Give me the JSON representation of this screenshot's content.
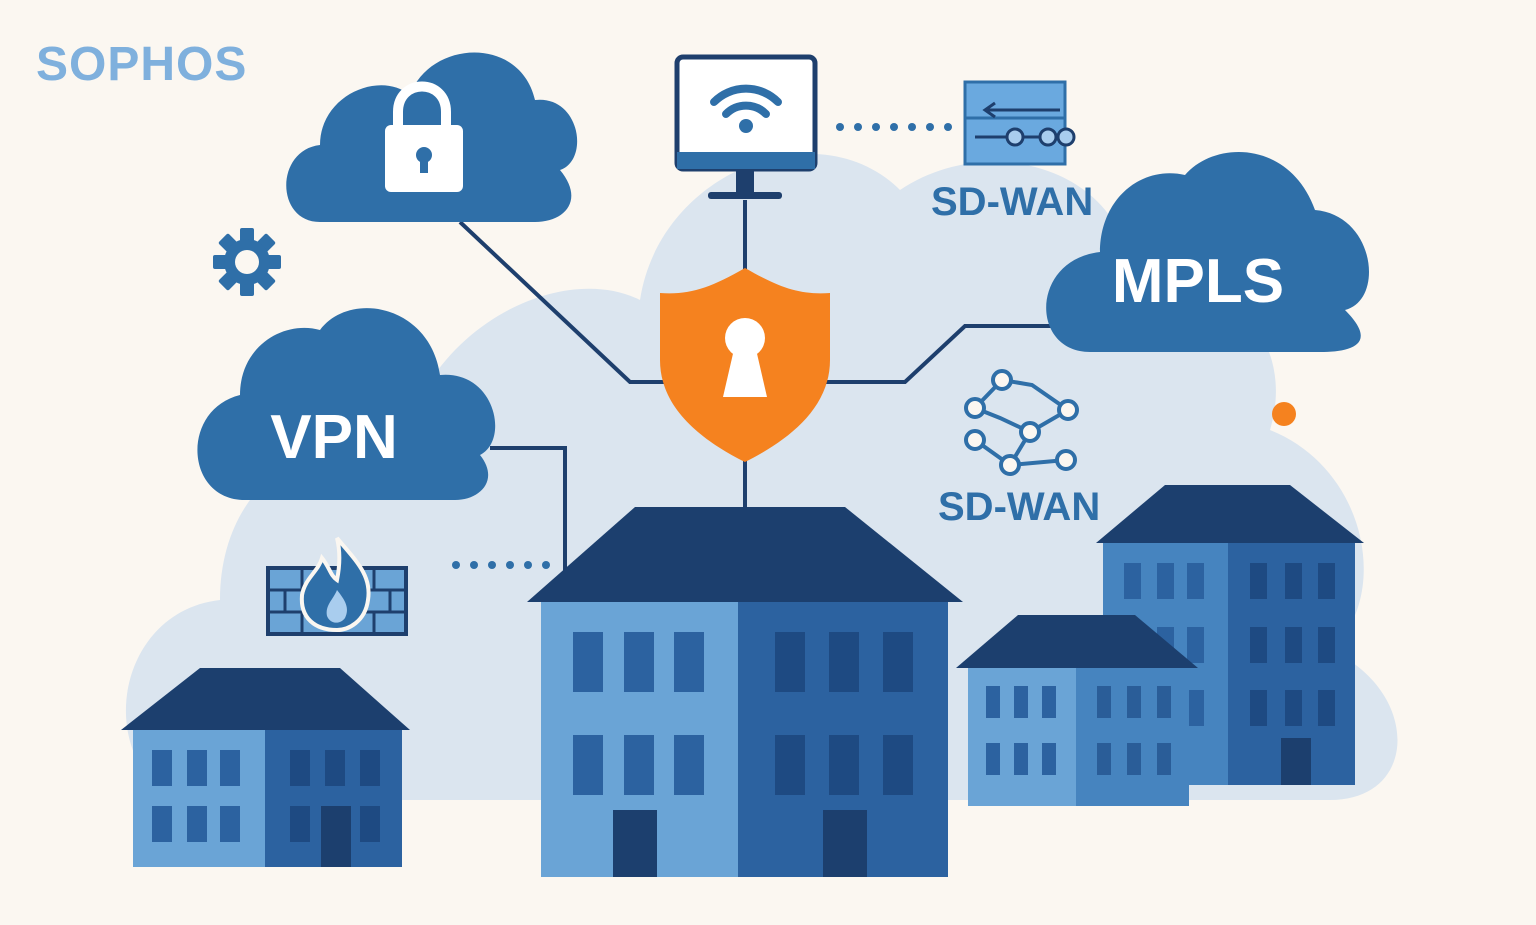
{
  "brand": {
    "logo_text": "SOPHOS"
  },
  "labels": {
    "vpn": "VPN",
    "mpls": "MPLS",
    "sdwan_top": "SD-WAN",
    "sdwan_bottom": "SD-WAN"
  },
  "icons": {
    "cloud_lock": "padlock-icon",
    "monitor": "wifi-monitor-icon",
    "sdwan_device": "sdwan-switch-icon",
    "gear": "gear-icon",
    "shield": "keyhole-shield-icon",
    "firewall": "firewall-icon",
    "network_graph": "network-nodes-icon"
  },
  "colors": {
    "background": "#fbf7f1",
    "haze": "#d8e3ee",
    "cloud_blue": "#2f6fa8",
    "dark_navy": "#1e3f6d",
    "shield_orange": "#f5821f",
    "building_light": "#6aa4d6",
    "building_mid": "#4684bf",
    "building_dark": "#2c62a0",
    "roof": "#1c3f6e",
    "logo": "#7fb0dd"
  }
}
